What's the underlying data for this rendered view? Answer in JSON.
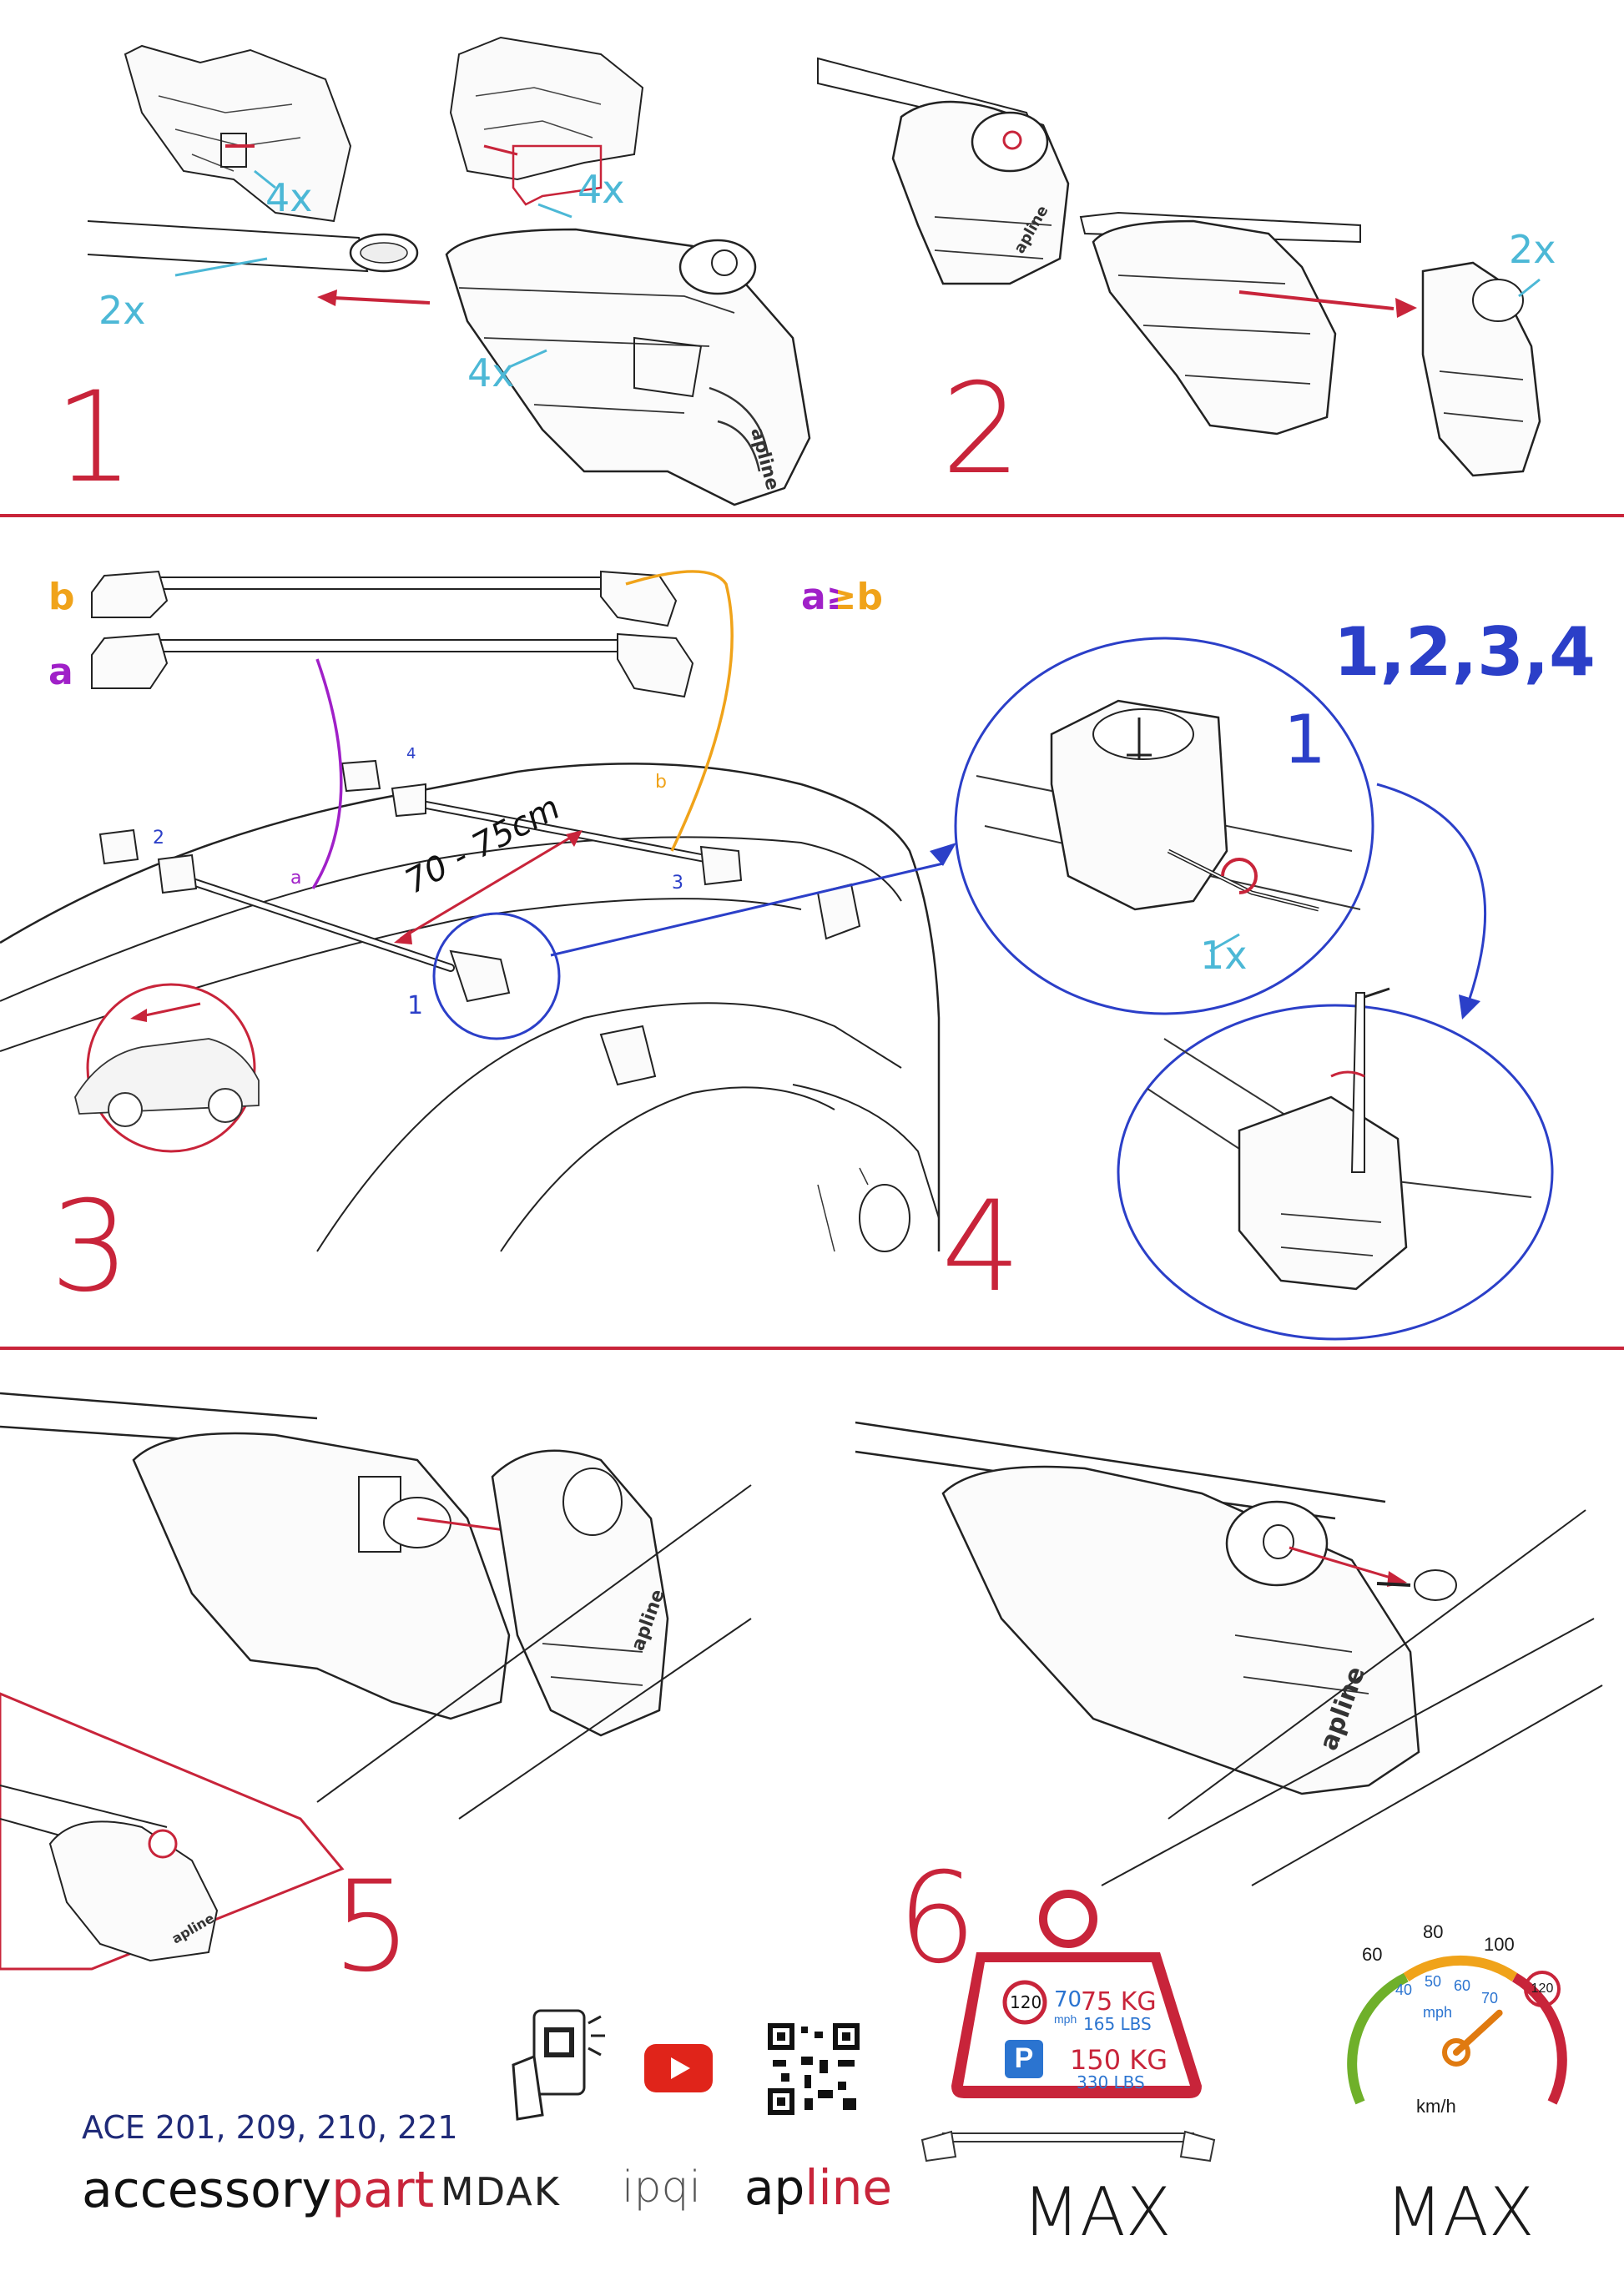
{
  "colors": {
    "accent_red": "#c8243a",
    "cyan": "#4cb8d6",
    "blue": "#2b3fc8",
    "orange": "#f0a31a",
    "purple": "#a020c8",
    "grey": "#8a8a8a",
    "navy": "#1f2a78"
  },
  "step1": {
    "number": "1",
    "count_a": "4x",
    "count_b": "4x",
    "count_c": "2x",
    "count_d": "4x"
  },
  "step2": {
    "number": "2",
    "count_a": "2x"
  },
  "step3": {
    "number": "3",
    "label_b": "b",
    "label_a": "a",
    "rule": "a≥b",
    "distance": "70 - 75cm",
    "pos1": "1",
    "pos2": "2",
    "pos3": "3",
    "pos4": "4",
    "small_a": "a",
    "small_b": "b"
  },
  "step4": {
    "number": "4",
    "order": "1,2,3,4",
    "first": "1",
    "tool_count": "1x"
  },
  "step5": {
    "number": "5"
  },
  "step6": {
    "number": "6",
    "speed_limit": "120",
    "speed_mph": "70",
    "mph_unit": "mph",
    "load_kg": "75 KG",
    "load_lbs": "165 LBS",
    "parking_icon": "P",
    "parked_kg": "150 KG",
    "parked_lbs": "330 LBS",
    "max_left": "MAX",
    "max_right": "MAX",
    "gauge": {
      "kmh_60": "60",
      "kmh_80": "80",
      "kmh_100": "100",
      "mph_40": "40",
      "mph_50": "50",
      "mph_60": "60",
      "mph_70": "70",
      "mph_unit": "mph",
      "limit": "120",
      "unit": "km/h",
      "needle_value_kmh": 112
    }
  },
  "footer": {
    "models": "ACE 201, 209, 210, 221",
    "brand_black": "accessory",
    "brand_red": "part",
    "mdak": "MDAK",
    "ipqi": "ipqi",
    "apline_black": "ap",
    "apline_red": "line",
    "icons": [
      "phone-scan-icon",
      "youtube-icon",
      "qr-code-icon"
    ]
  }
}
